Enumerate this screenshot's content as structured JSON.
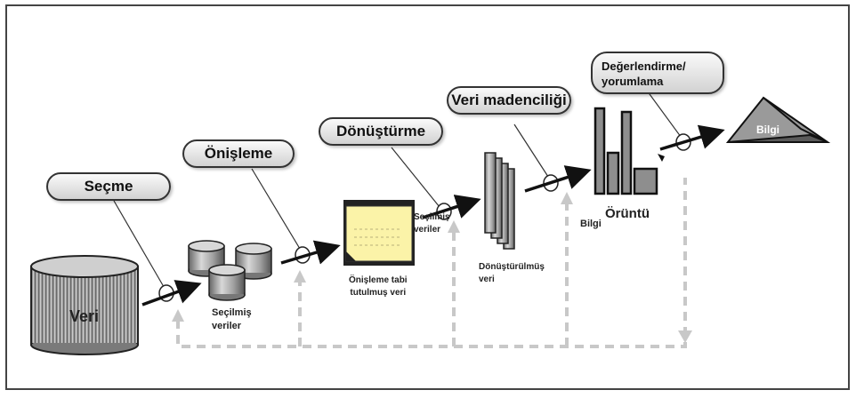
{
  "stages": {
    "secme": "Seçme",
    "onisleme": "Önişleme",
    "donusturme": "Dönüştürme",
    "veri_madenciligi": "Veri madenciliği",
    "degerlendirme_line1": "Değerlendirme/",
    "degerlendirme_line2": "yorumlama"
  },
  "labels": {
    "veri": "Veri",
    "secilmis_line1": "Seçilmiş",
    "secilmis_line2": "veriler",
    "onisleme_tabi_line1": "Önişleme tabi",
    "onisleme_tabi_line2": "tutulmuş veri",
    "secilmis_overlap_line1": "Seçilmiş",
    "secilmis_overlap_line2": "veriler",
    "donusturulmus_line1": "Dönüştürülmüş",
    "donusturulmus_line2": "veri",
    "oruntu": "Örüntü",
    "bilgi_small": "Bilgi",
    "bilgi_pyramid": "Bilgi"
  },
  "colors": {
    "note_fill": "#fbf3a8",
    "cylinder_gray": "#9a9a9a",
    "feedback_dash": "#c8c8c8",
    "arrow": "#111111"
  }
}
